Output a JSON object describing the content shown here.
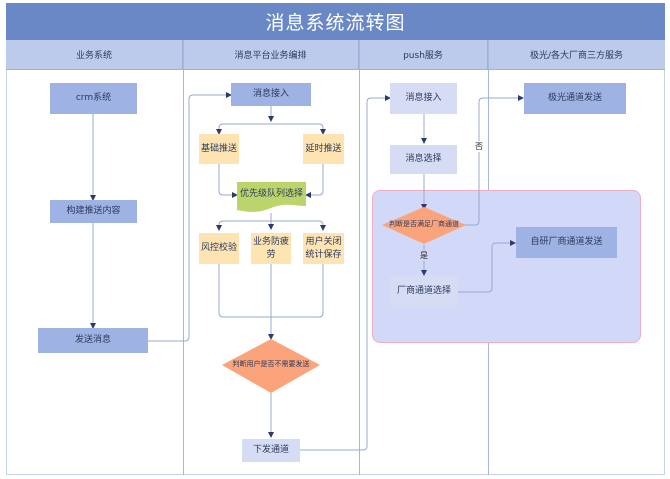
{
  "title": "消息系统流转图",
  "lanes": [
    {
      "label": "业务系统"
    },
    {
      "label": "消息平台业务编排"
    },
    {
      "label": "push服务"
    },
    {
      "label": "极光/各大厂商三方服务"
    }
  ],
  "nodes": {
    "crm": "crm系统",
    "build": "构建推送内容",
    "send": "发送消息",
    "ingest": "消息接入",
    "basic_push": "基础推送",
    "delay_push": "延时推送",
    "priority_queue": "优先级队列选择",
    "risk_check": "风控校验",
    "anti_fatigue": "业务防疲劳",
    "user_close_stats": "用户关闭统计保存",
    "judge_user": "判断用户是否不需要发送",
    "dispatch": "下发通道",
    "push_ingest": "消息接入",
    "msg_select": "消息选择",
    "judge_vendor": "判断是否满足厂商通道",
    "vendor_select": "厂商通道选择",
    "jpush_send": "极光通道发送",
    "self_vendor_send": "自研厂商通道发送"
  },
  "edge_labels": {
    "yes": "是",
    "no": "否"
  },
  "colors": {
    "title_band": "#6a88c6",
    "lane_header": "#bccbec",
    "process_blue": "#9eb2e3",
    "process_pale": "#d5dcf3",
    "process_orange": "#fde4b2",
    "document_green": "#bcd46c",
    "decision": "#fba37a",
    "group_fill": "#d2d9f8",
    "group_border": "#f0aec0",
    "connector": "#9aa8cc"
  }
}
